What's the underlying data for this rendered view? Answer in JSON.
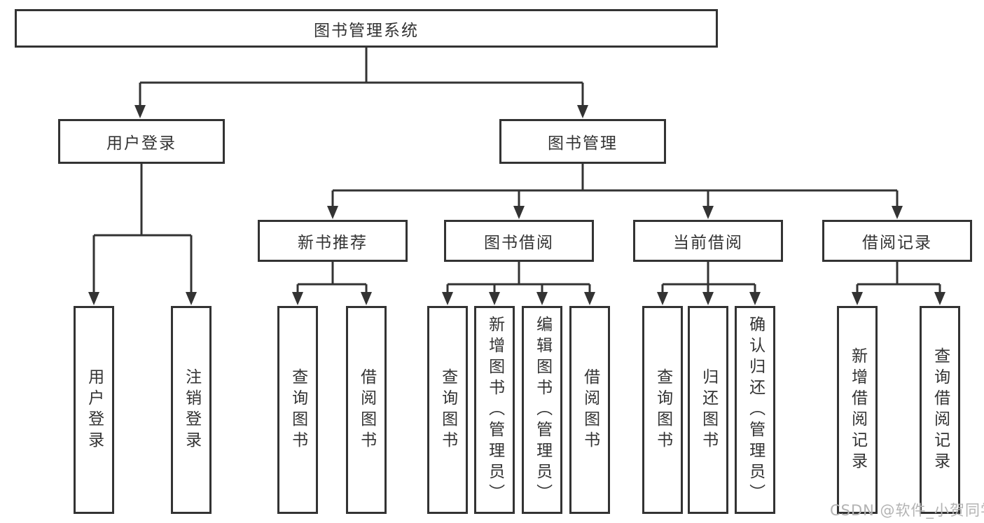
{
  "tree": {
    "label": "图书管理系统",
    "children": [
      {
        "label": "用户登录",
        "children": [
          {
            "label": "用户登录"
          },
          {
            "label": "注销登录"
          }
        ]
      },
      {
        "label": "图书管理",
        "children": [
          {
            "label": "新书推荐",
            "children": [
              {
                "label": "查询图书"
              },
              {
                "label": "借阅图书"
              }
            ]
          },
          {
            "label": "图书借阅",
            "children": [
              {
                "label": "查询图书"
              },
              {
                "label": "新增图书（管理员）"
              },
              {
                "label": "编辑图书（管理员）"
              },
              {
                "label": "借阅图书"
              }
            ]
          },
          {
            "label": "当前借阅",
            "children": [
              {
                "label": "查询图书"
              },
              {
                "label": "归还图书"
              },
              {
                "label": "确认归还（管理员）"
              }
            ]
          },
          {
            "label": "借阅记录",
            "children": [
              {
                "label": "新增借阅记录"
              },
              {
                "label": "查询借阅记录"
              }
            ]
          }
        ]
      }
    ]
  },
  "watermark": {
    "text": "CSDN @软件_小贺同学"
  },
  "colors": {
    "line": "#333333",
    "text": "#333333",
    "background": "#ffffff",
    "watermark": "#b3b3b3"
  }
}
